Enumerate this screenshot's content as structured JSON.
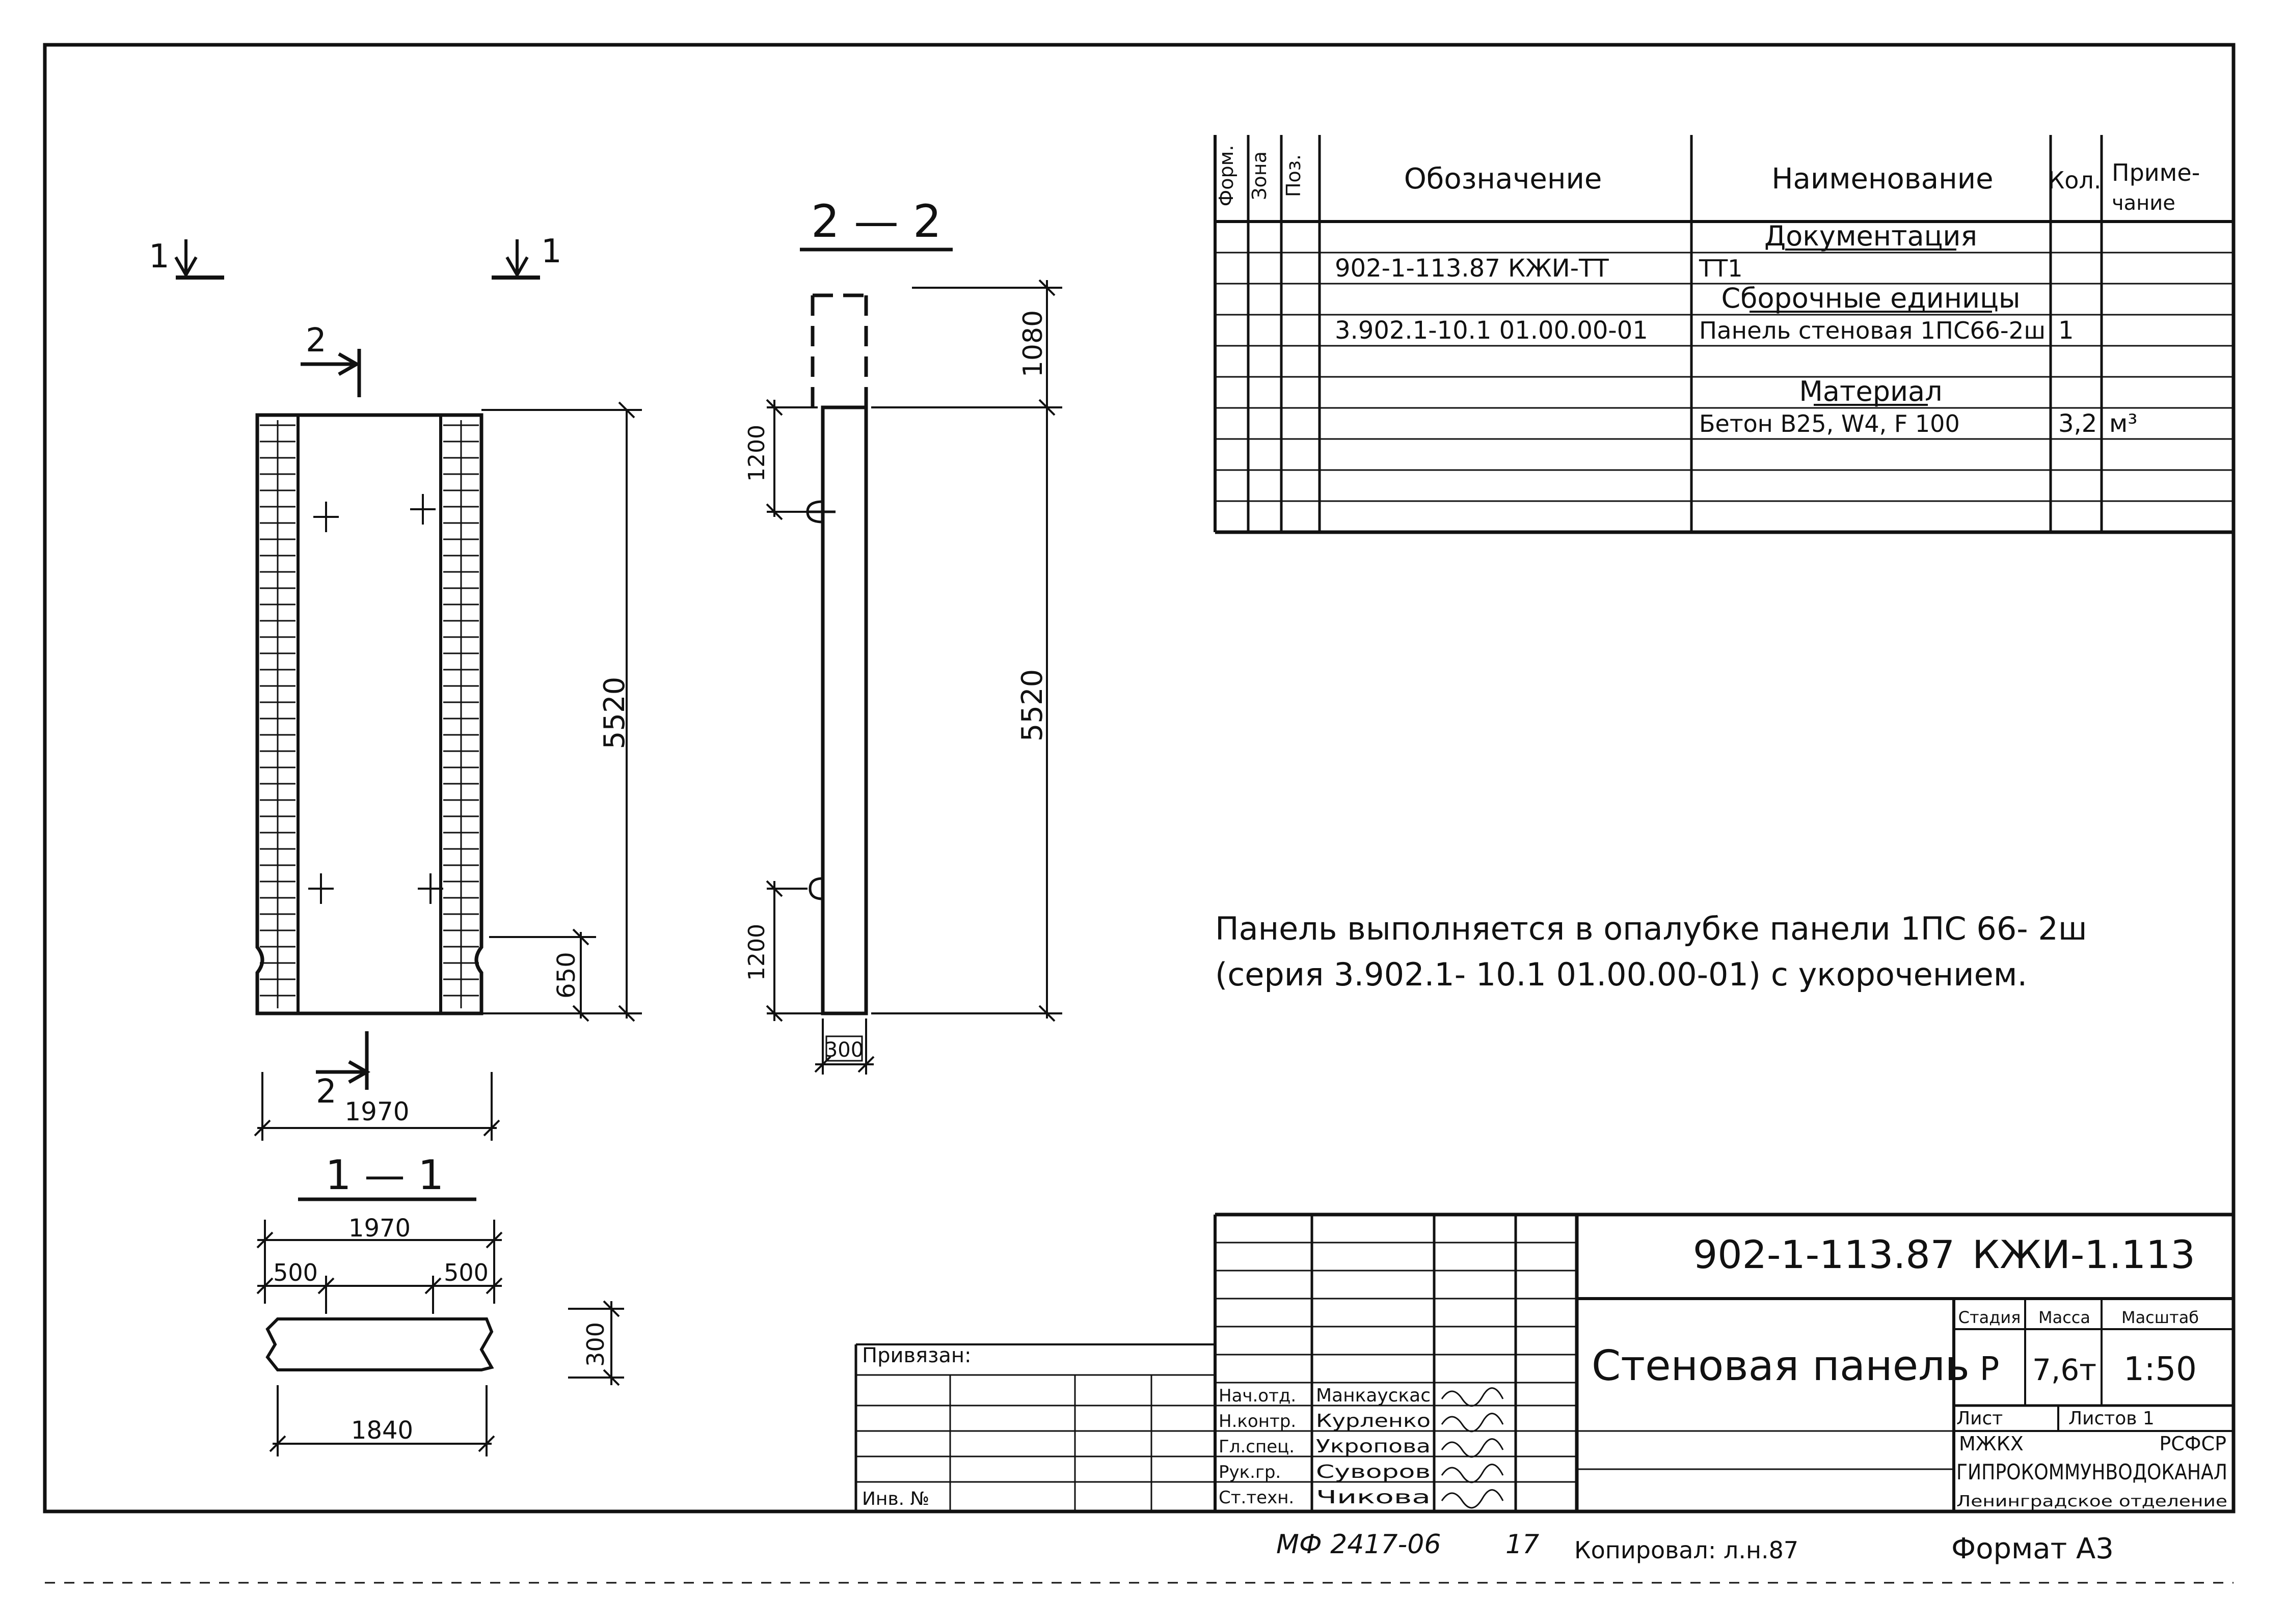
{
  "section_marks": {
    "cut_1_left": "1",
    "cut_1_right": "1",
    "cut_2_top": "2",
    "cut_2_bottom": "2",
    "section_2_title": "2 — 2",
    "section_1_title": "1 — 1"
  },
  "front_view_dims": {
    "height": "5520",
    "notch": "650",
    "width": "1970"
  },
  "section_2_dims": {
    "top_ext": "1080",
    "upper_loop": "1200",
    "height": "5520",
    "lower_loop": "1200",
    "thickness": "300"
  },
  "section_1_dims": {
    "width": "1970",
    "left_offset": "500",
    "right_offset": "500",
    "thickness": "300",
    "bottom_width": "1840"
  },
  "spec_table": {
    "headers": {
      "form": "Форм.",
      "zone": "Зона",
      "pos": "Поз.",
      "designation": "Обозначение",
      "name": "Наименование",
      "qty": "Кол.",
      "note_1": "Приме-",
      "note_2": "чание"
    },
    "rows": [
      {
        "designation": "",
        "name": "Документация",
        "qty": "",
        "note": ""
      },
      {
        "designation": "902-1-113.87    КЖИ-ТТ",
        "name": "ТТ1",
        "qty": "",
        "note": ""
      },
      {
        "designation": "",
        "name": "Сборочные единицы",
        "qty": "",
        "note": ""
      },
      {
        "designation": "3.902.1-10.1  01.00.00-01",
        "name": "Панель стеновая 1ПС66-2ш",
        "qty": "1",
        "note": ""
      },
      {
        "designation": "",
        "name": "",
        "qty": "",
        "note": ""
      },
      {
        "designation": "",
        "name": "Материал",
        "qty": "",
        "note": ""
      },
      {
        "designation": "",
        "name": "Бетон В25, W4, F 100",
        "qty": "3,2",
        "note": "м³"
      },
      {
        "designation": "",
        "name": "",
        "qty": "",
        "note": ""
      },
      {
        "designation": "",
        "name": "",
        "qty": "",
        "note": ""
      },
      {
        "designation": "",
        "name": "",
        "qty": "",
        "note": ""
      }
    ]
  },
  "note": {
    "line_1": "Панель выполняется в опалубке панели 1ПС 66- 2ш",
    "line_2": "(серия 3.902.1- 10.1   01.00.00-01) с укорочением."
  },
  "title_block": {
    "doc_code": "902-1-113.87",
    "sheet_code": "КЖИ-1.113",
    "title": "Стеновая панель",
    "stage_label": "Стадия",
    "mass_label": "Масса",
    "scale_label": "Масштаб",
    "stage": "Р",
    "mass": "7,6т",
    "scale": "1:50",
    "sheet_label": "Лист",
    "sheets_label": "Листов 1",
    "org_1": "МЖКХ",
    "org_2": "РСФСР",
    "org_3": "ГИПРОКОММУНВОДОКАНАЛ",
    "org_4": "Ленинградское отделение",
    "attached_label": "Привязан:",
    "inv_label": "Инв. №",
    "staff": [
      {
        "role": "Нач.отд.",
        "name": "Манкаускас"
      },
      {
        "role": "Н.контр.",
        "name": "Курленко"
      },
      {
        "role": "Гл.спец.",
        "name": "Укропова"
      },
      {
        "role": "Рук.гр.",
        "name": "Суворов"
      },
      {
        "role": "Ст.техн.",
        "name": "Чикова"
      }
    ]
  },
  "footer": {
    "stamp": "МФ 2417-06",
    "stamp_no": "17",
    "copied": "Копировал: л.н.87",
    "format": "Формат А3"
  }
}
